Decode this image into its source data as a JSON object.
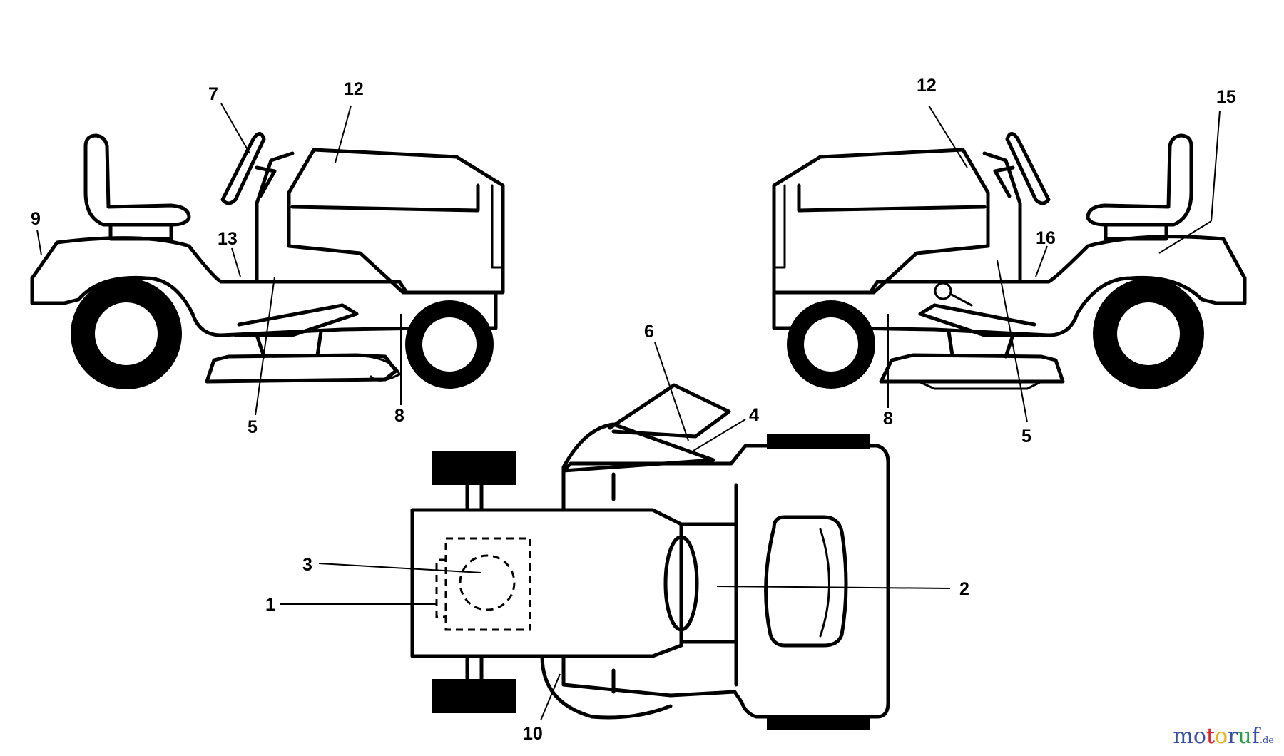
{
  "callouts": {
    "left_tractor": {
      "c7": "7",
      "c12": "12",
      "c9": "9",
      "c13": "13",
      "c5": "5",
      "c8": "8"
    },
    "right_tractor": {
      "c12": "12",
      "c15": "15",
      "c16": "16",
      "c8": "8",
      "c5": "5"
    },
    "top_view": {
      "c6": "6",
      "c4": "4",
      "c3": "3",
      "c1": "1",
      "c2": "2",
      "c10": "10"
    }
  },
  "watermark": {
    "letters": [
      "m",
      "o",
      "t",
      "o",
      "r",
      "u",
      "f"
    ],
    "colors": [
      "#3a4fa0",
      "#3a4fa0",
      "#d8262e",
      "#e9b21b",
      "#3a4fa0",
      "#2e9e46",
      "#3a4fa0"
    ],
    "suffix": ".de"
  }
}
